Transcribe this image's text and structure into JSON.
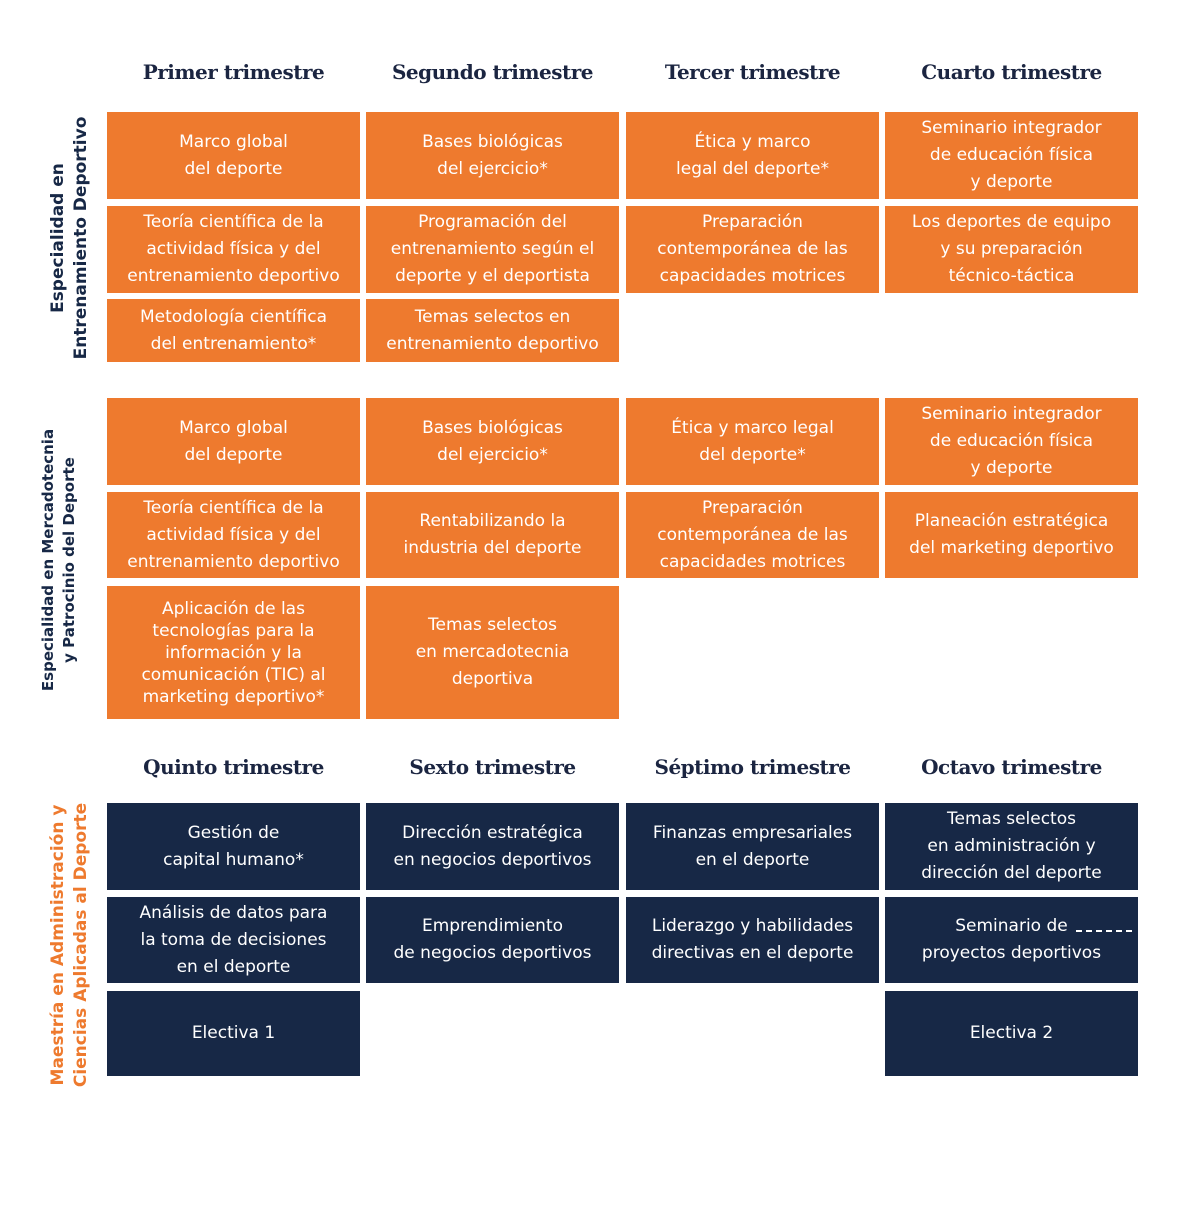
{
  "headers_top": [
    "Primer trimestre",
    "Segundo trimestre",
    "Tercer trimestre",
    "Cuarto trimestre"
  ],
  "headers_bottom": [
    "Quinto trimestre",
    "Sexto trimestre",
    "Séptimo trimestre",
    "Octavo trimestre"
  ],
  "sections": {
    "entrenamiento": {
      "label": "Especialidad en\nEntrenamiento  Deportivo",
      "color": "#172846",
      "cells": [
        [
          "Marco global\ndel deporte",
          "Bases biológicas\ndel ejercicio*",
          "Ética y marco\nlegal del deporte*",
          "Seminario integrador\nde educación física\ny deporte"
        ],
        [
          "Teoría científica de la\nactividad física y del\nentrenamiento  deportivo",
          "Programación del\nentrenamiento según el\ndeporte y el deportista",
          "Preparación\ncontemporánea de las\ncapacidades motrices",
          "Los deportes de equipo\ny su preparación\ntécnico-táctica"
        ],
        [
          "Metodología científica\ndel entrenamiento*",
          "Temas selectos  en\nentrenamiento deportivo"
        ]
      ]
    },
    "mercadotecnia": {
      "label": "Especialidad en Mercadotecnia\ny Patrocinio del Deporte",
      "color": "#172846",
      "cells": [
        [
          "Marco global\ndel deporte",
          "Bases biológicas\ndel ejercicio*",
          "Ética y marco legal\ndel deporte*",
          "Seminario integrador\nde educación física\ny deporte"
        ],
        [
          "Teoría científica de la\nactividad física y del\nentrenamiento deportivo",
          "Rentabilizando la\nindustria del deporte",
          "Preparación\ncontemporánea de las\ncapacidades motrices",
          "Planeación estratégica\ndel marketing deportivo"
        ],
        [
          "Aplicación de las\ntecnologías para la\ninformación y la\ncomunicación (TIC) al\nmarketing deportivo*",
          "Temas selectos\nen mercadotecnia\ndeportiva"
        ]
      ]
    },
    "maestria": {
      "label": "Maestría en Administración y\nCiencias Aplicadas al Deporte",
      "color": "#ee7a2e",
      "cells": [
        [
          "Gestión de\ncapital humano*",
          "Dirección estratégica\nen negocios deportivos",
          "Finanzas empresariales\nen el deporte",
          "Temas selectos\nen administración y\ndirección del deporte"
        ],
        [
          "Análisis de datos para\nla toma de decisiones\nen el deporte",
          "Emprendimiento\nde negocios deportivos",
          "Liderazgo y habilidades\ndirectivas en el deporte",
          "Seminario de\nproyectos deportivos"
        ],
        [
          "Electiva 1",
          "Electiva 2"
        ]
      ]
    }
  },
  "colors": {
    "orange": "#ee7a2e",
    "navy": "#172846",
    "header_text": "#1b2541"
  }
}
